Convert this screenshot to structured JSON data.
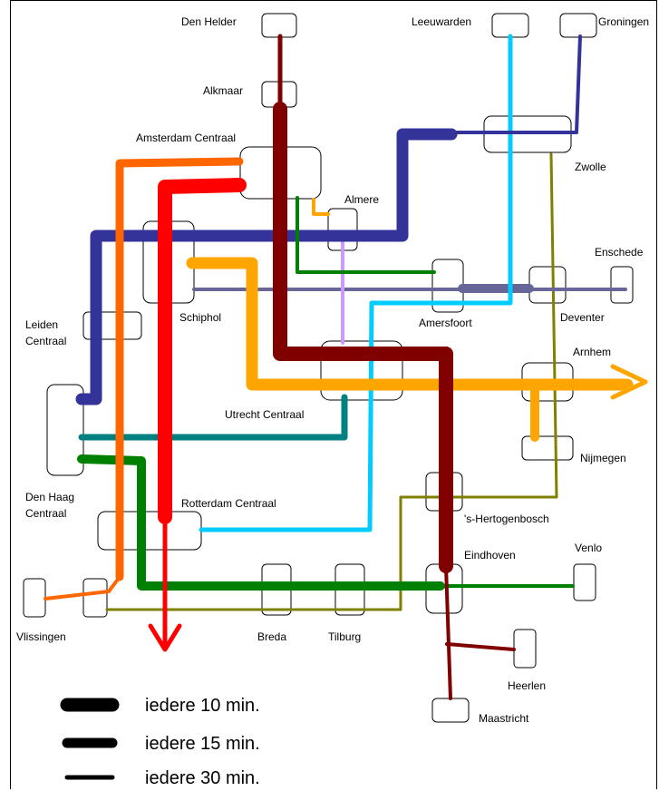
{
  "stations": [
    {
      "id": "den-helder",
      "label": "Den Helder"
    },
    {
      "id": "alkmaar",
      "label": "Alkmaar"
    },
    {
      "id": "amsterdam-centraal",
      "label": "Amsterdam Centraal"
    },
    {
      "id": "almere",
      "label": "Almere"
    },
    {
      "id": "schiphol",
      "label": "Schiphol"
    },
    {
      "id": "leiden-centraal-1",
      "label": "Leiden"
    },
    {
      "id": "leiden-centraal-2",
      "label": "Centraal"
    },
    {
      "id": "den-haag-centraal-1",
      "label": "Den Haag"
    },
    {
      "id": "den-haag-centraal-2",
      "label": "Centraal"
    },
    {
      "id": "utrecht-centraal",
      "label": "Utrecht Centraal"
    },
    {
      "id": "rotterdam-centraal",
      "label": "Rotterdam Centraal"
    },
    {
      "id": "leeuwarden",
      "label": "Leeuwarden"
    },
    {
      "id": "groningen",
      "label": "Groningen"
    },
    {
      "id": "zwolle",
      "label": "Zwolle"
    },
    {
      "id": "enschede",
      "label": "Enschede"
    },
    {
      "id": "deventer",
      "label": "Deventer"
    },
    {
      "id": "amersfoort",
      "label": "Amersfoort"
    },
    {
      "id": "arnhem",
      "label": "Arnhem"
    },
    {
      "id": "nijmegen",
      "label": "Nijmegen"
    },
    {
      "id": "s-hertogenbosch",
      "label": "'s-Hertogenbosch"
    },
    {
      "id": "eindhoven",
      "label": "Eindhoven"
    },
    {
      "id": "venlo",
      "label": "Venlo"
    },
    {
      "id": "heerlen",
      "label": "Heerlen"
    },
    {
      "id": "maastricht",
      "label": "Maastricht"
    },
    {
      "id": "vlissingen",
      "label": "Vlissingen"
    },
    {
      "id": "breda",
      "label": "Breda"
    },
    {
      "id": "tilburg",
      "label": "Tilburg"
    }
  ],
  "legend": [
    {
      "label": "iedere 10 min."
    },
    {
      "label": "iedere 15 min."
    },
    {
      "label": "iedere 30 min."
    }
  ],
  "colors": {
    "maroon": "#800000",
    "red": "#ff0000",
    "orange_red": "#ff6600",
    "orange": "#ffa500",
    "navy": "#333399",
    "sky": "#00ccff",
    "green": "#008000",
    "teal": "#008080",
    "olive": "#808000",
    "lavender": "#cc99ff",
    "slate": "#666699"
  }
}
